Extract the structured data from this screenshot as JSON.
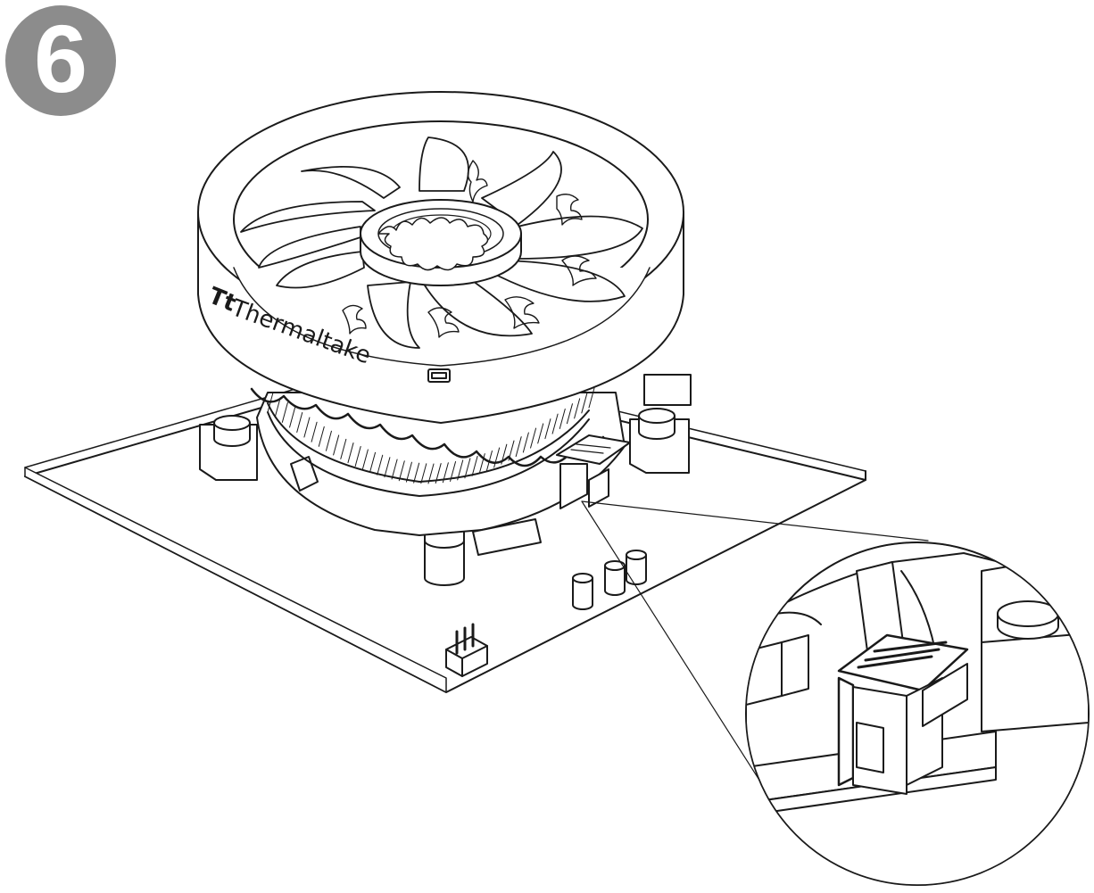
{
  "step": {
    "number": "6"
  },
  "brand": {
    "logo_mark": "Tt",
    "name": "Thermaltake"
  },
  "colors": {
    "line": "#1a1a1a",
    "badge": "#8c8c8c",
    "background": "#ffffff"
  }
}
